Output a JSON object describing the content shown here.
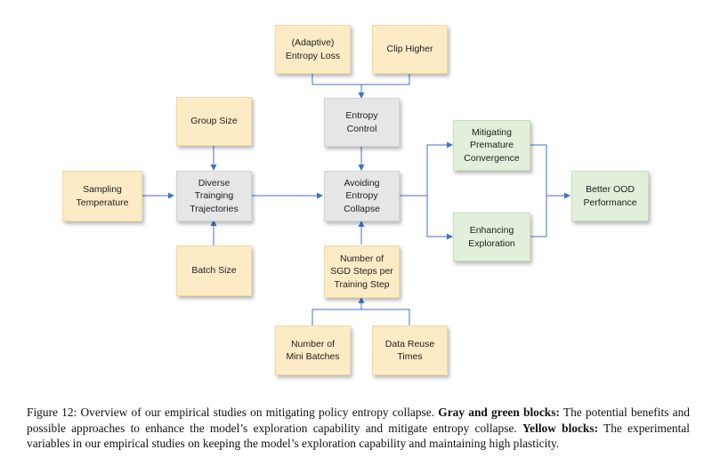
{
  "diagram": {
    "nodes": {
      "adaptive_entropy_loss": {
        "label": "(Adaptive)\nEntropy Loss",
        "color": "#fdebc6"
      },
      "clip_higher": {
        "label": "Clip Higher",
        "color": "#fdebc6"
      },
      "group_size": {
        "label": "Group Size",
        "color": "#fdebc6"
      },
      "entropy_control": {
        "label": "Entropy\nControl",
        "color": "#e6e6e6"
      },
      "mitigating_premature_convergence": {
        "label": "Mitigating\nPremature\nConvergence",
        "color": "#e2efda"
      },
      "sampling_temperature": {
        "label": "Sampling\nTemperature",
        "color": "#fdebc6"
      },
      "diverse_training_trajectories": {
        "label": "Diverse\nTrainging\nTrajectories",
        "color": "#e6e6e6"
      },
      "avoiding_entropy_collapse": {
        "label": "Avoiding\nEntropy\nCollapse",
        "color": "#e6e6e6"
      },
      "better_ood_performance": {
        "label": "Better OOD\nPerformance",
        "color": "#e2efda"
      },
      "enhancing_exploration": {
        "label": "Enhancing\nExploration",
        "color": "#e2efda"
      },
      "batch_size": {
        "label": "Batch Size",
        "color": "#fdebc6"
      },
      "sgd_steps": {
        "label": "Number of\nSGD Steps per\nTraining Step",
        "color": "#fdebc6"
      },
      "mini_batches": {
        "label": "Number of\nMini Batches",
        "color": "#fdebc6"
      },
      "data_reuse_times": {
        "label": "Data Reuse\nTimes",
        "color": "#fdebc6"
      }
    },
    "edges": [
      [
        "adaptive_entropy_loss",
        "entropy_control"
      ],
      [
        "clip_higher",
        "entropy_control"
      ],
      [
        "entropy_control",
        "avoiding_entropy_collapse"
      ],
      [
        "group_size",
        "diverse_training_trajectories"
      ],
      [
        "batch_size",
        "diverse_training_trajectories"
      ],
      [
        "sampling_temperature",
        "diverse_training_trajectories"
      ],
      [
        "diverse_training_trajectories",
        "avoiding_entropy_collapse"
      ],
      [
        "avoiding_entropy_collapse",
        "mitigating_premature_convergence"
      ],
      [
        "avoiding_entropy_collapse",
        "enhancing_exploration"
      ],
      [
        "mitigating_premature_convergence",
        "better_ood_performance"
      ],
      [
        "enhancing_exploration",
        "better_ood_performance"
      ],
      [
        "sgd_steps",
        "avoiding_entropy_collapse"
      ],
      [
        "mini_batches",
        "sgd_steps"
      ],
      [
        "data_reuse_times",
        "sgd_steps"
      ]
    ],
    "line_color": "#4472c4"
  },
  "caption": {
    "prefix": "Figure 12: Overview of our empirical studies on mitigating policy entropy collapse.",
    "gray_green_label": "Gray and green blocks:",
    "gray_green_text": "The potential benefits and possible approaches to enhance the model’s exploration capability and mitigate entropy collapse.",
    "yellow_label": "Yellow blocks:",
    "yellow_text": "The experimental variables in our empirical studies on keeping the model’s exploration capability and maintaining high plasticity."
  }
}
